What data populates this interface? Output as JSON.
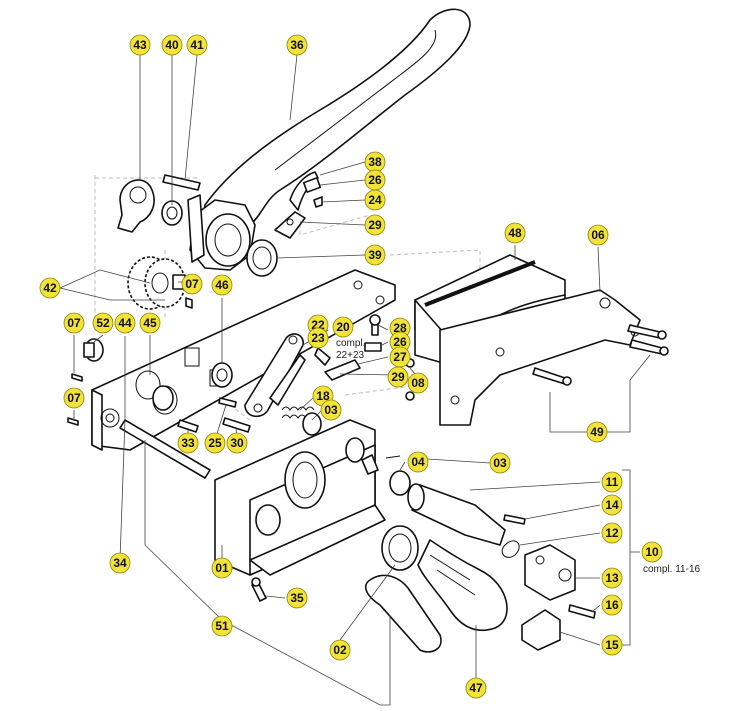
{
  "callouts": [
    "43",
    "40",
    "41",
    "36",
    "38",
    "26",
    "24",
    "29",
    "39",
    "42",
    "07",
    "46",
    "48",
    "06",
    "07",
    "52",
    "44",
    "45",
    "22",
    "20",
    "23",
    "28",
    "26",
    "27",
    "08",
    "29",
    "18",
    "03",
    "07",
    "33",
    "25",
    "30",
    "04",
    "03",
    "11",
    "14",
    "12",
    "13",
    "16",
    "15",
    "10",
    "34",
    "01",
    "35",
    "51",
    "02",
    "47",
    "49"
  ],
  "notes": {
    "compl_22_23_line1": "compl.",
    "compl_22_23_line2": "22+23",
    "compl_11_16": "compl. 11-16"
  }
}
